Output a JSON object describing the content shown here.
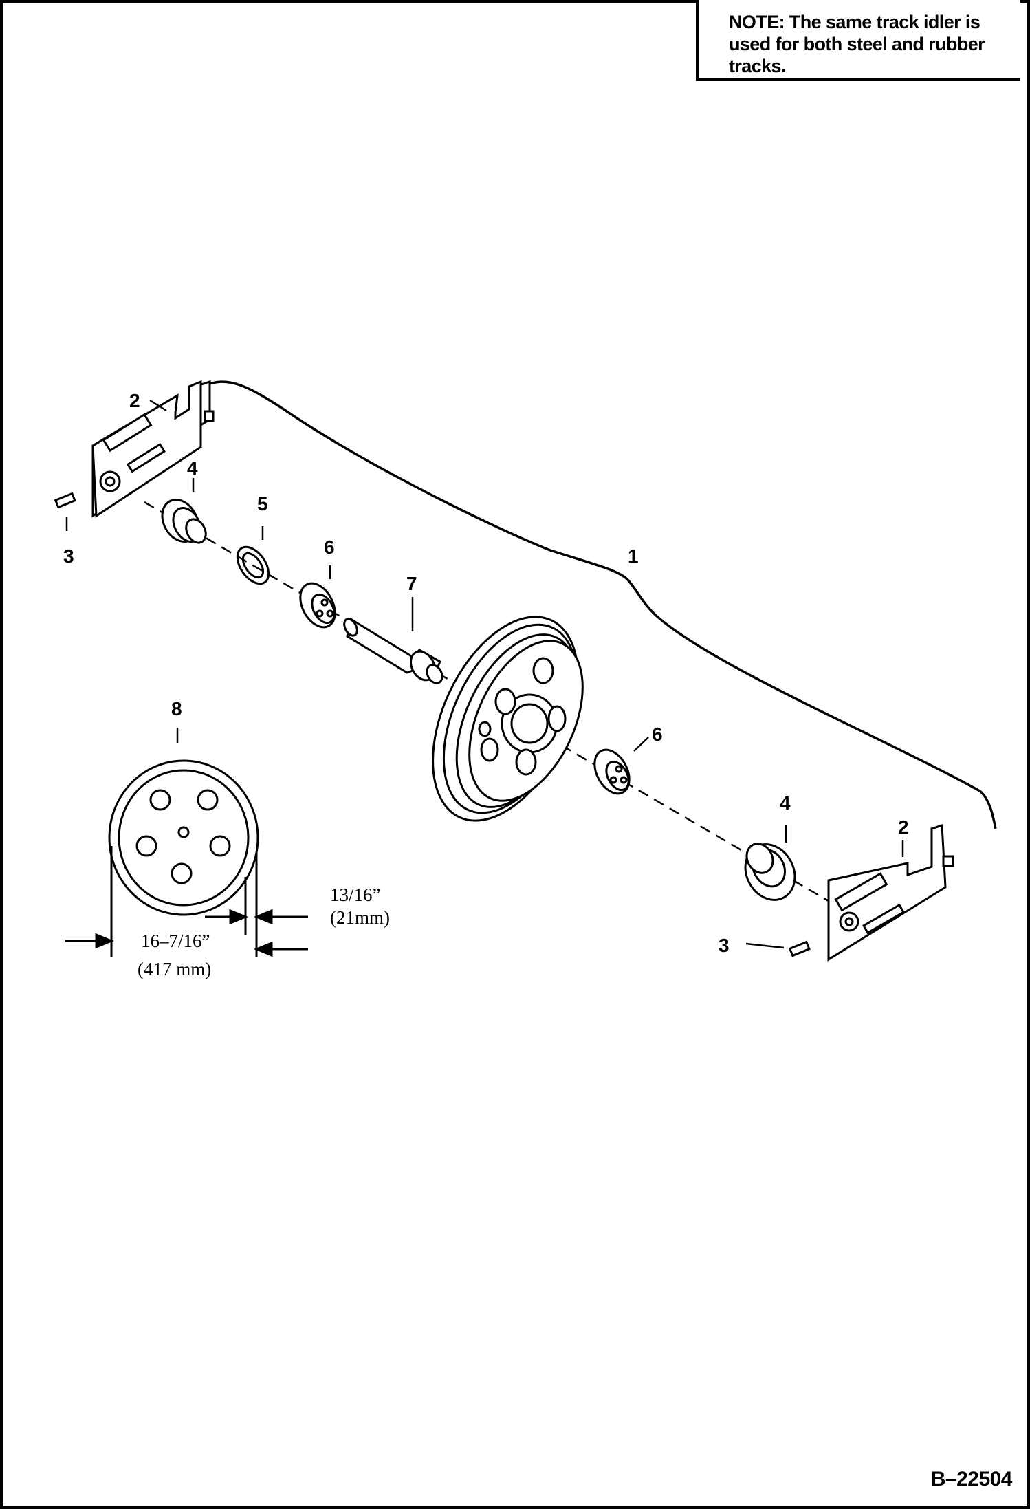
{
  "note": {
    "prefix": "NOTE:",
    "text": " The same track idler is used for both steel and rubber tracks."
  },
  "callouts": [
    "1",
    "2",
    "2",
    "3",
    "3",
    "4",
    "4",
    "5",
    "6",
    "6",
    "7",
    "8"
  ],
  "dimensions": {
    "width_in": "13/16”",
    "width_mm": "(21mm)",
    "diameter_in": "16–7/16”",
    "diameter_mm": "(417 mm)"
  },
  "figure_id": "B–22504"
}
